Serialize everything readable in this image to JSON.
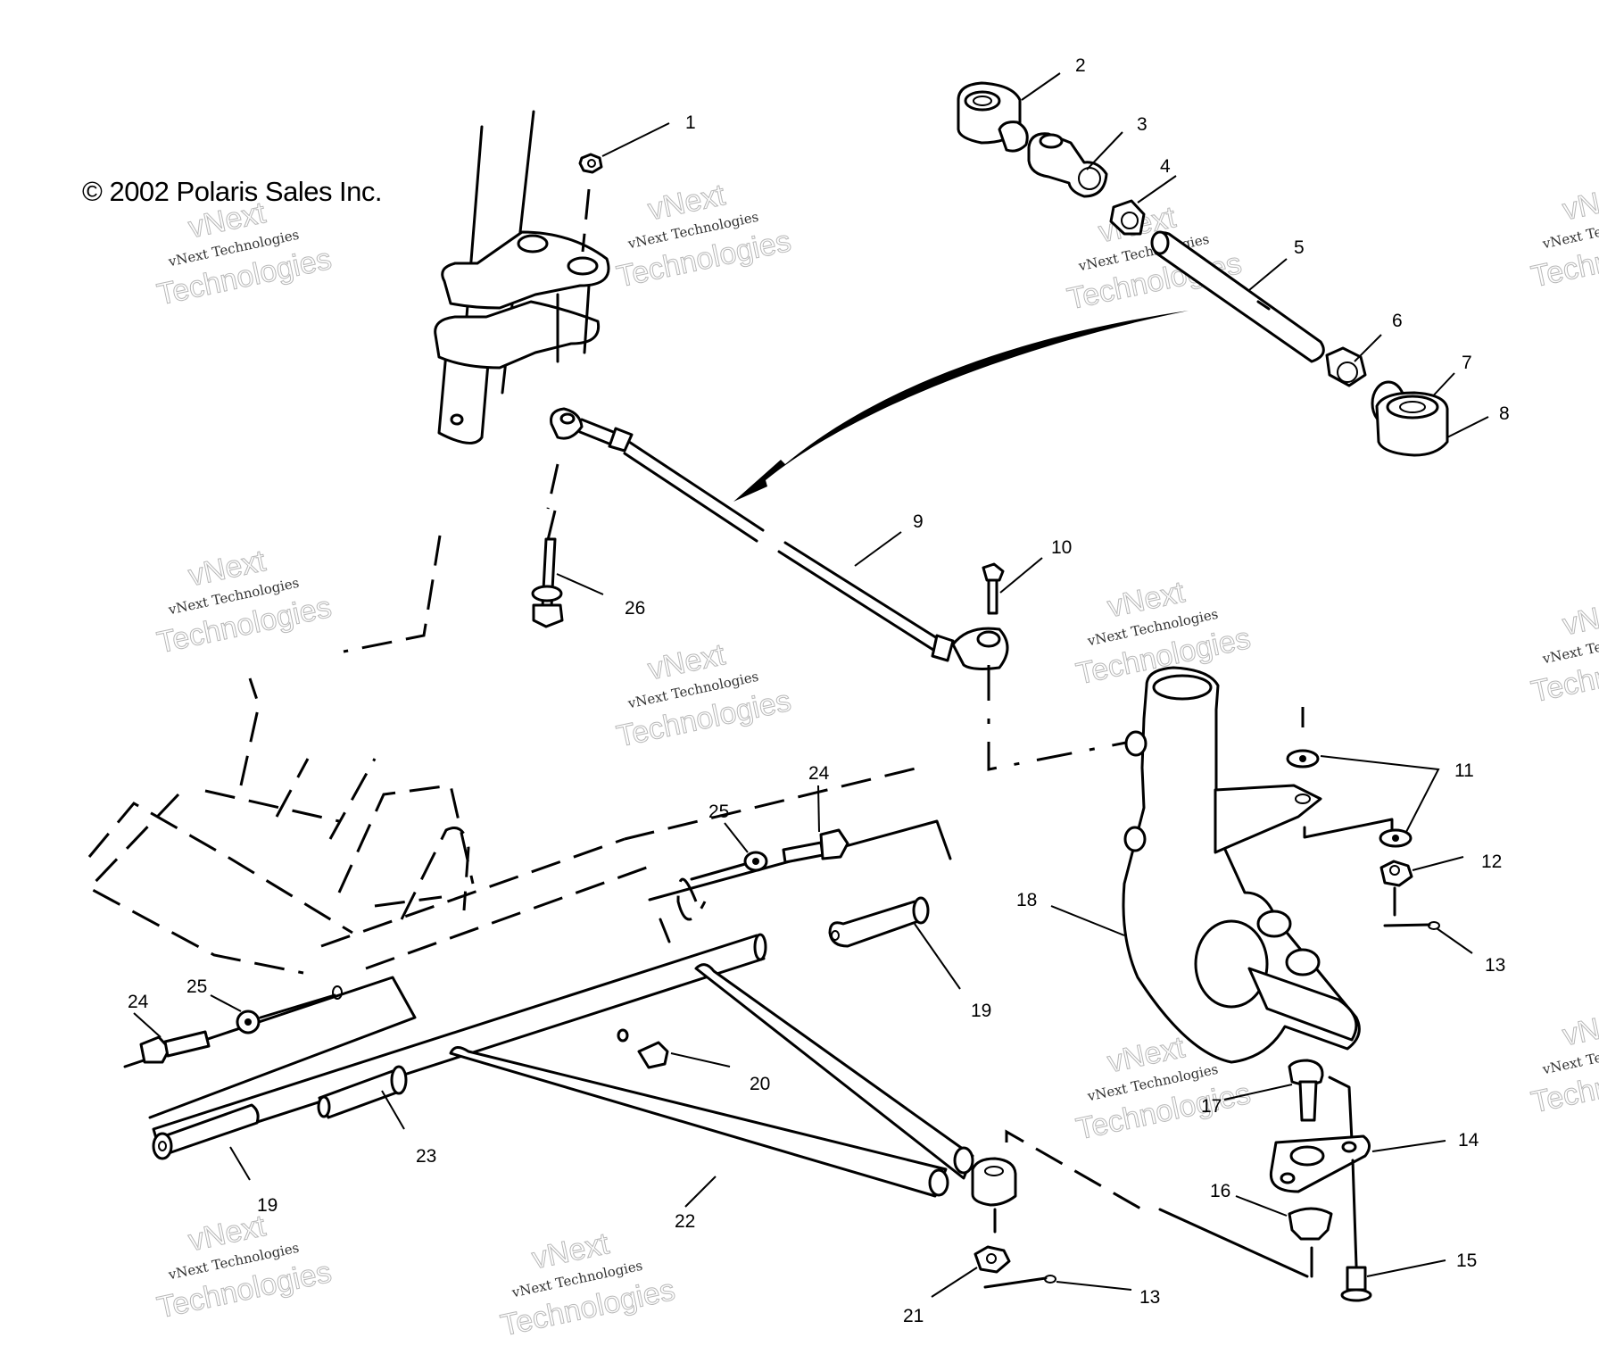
{
  "copyright": "© 2002 Polaris Sales Inc.",
  "watermark": {
    "line1": "vNext Technologies",
    "big_top": "vNext",
    "big_bottom": "Technologies"
  },
  "callouts": [
    {
      "id": "c1",
      "label": "1"
    },
    {
      "id": "c2",
      "label": "2"
    },
    {
      "id": "c3",
      "label": "3"
    },
    {
      "id": "c4",
      "label": "4"
    },
    {
      "id": "c5",
      "label": "5"
    },
    {
      "id": "c6",
      "label": "6"
    },
    {
      "id": "c7",
      "label": "7"
    },
    {
      "id": "c8",
      "label": "8"
    },
    {
      "id": "c9",
      "label": "9"
    },
    {
      "id": "c10",
      "label": "10"
    },
    {
      "id": "c11",
      "label": "11"
    },
    {
      "id": "c12",
      "label": "12"
    },
    {
      "id": "c13a",
      "label": "13"
    },
    {
      "id": "c13b",
      "label": "13"
    },
    {
      "id": "c14",
      "label": "14"
    },
    {
      "id": "c15",
      "label": "15"
    },
    {
      "id": "c16",
      "label": "16"
    },
    {
      "id": "c17",
      "label": "17"
    },
    {
      "id": "c18",
      "label": "18"
    },
    {
      "id": "c19a",
      "label": "19"
    },
    {
      "id": "c19b",
      "label": "19"
    },
    {
      "id": "c20",
      "label": "20"
    },
    {
      "id": "c21",
      "label": "21"
    },
    {
      "id": "c22",
      "label": "22"
    },
    {
      "id": "c23",
      "label": "23"
    },
    {
      "id": "c24a",
      "label": "24"
    },
    {
      "id": "c24b",
      "label": "24"
    },
    {
      "id": "c25a",
      "label": "25"
    },
    {
      "id": "c25b",
      "label": "25"
    },
    {
      "id": "c26",
      "label": "26"
    }
  ]
}
